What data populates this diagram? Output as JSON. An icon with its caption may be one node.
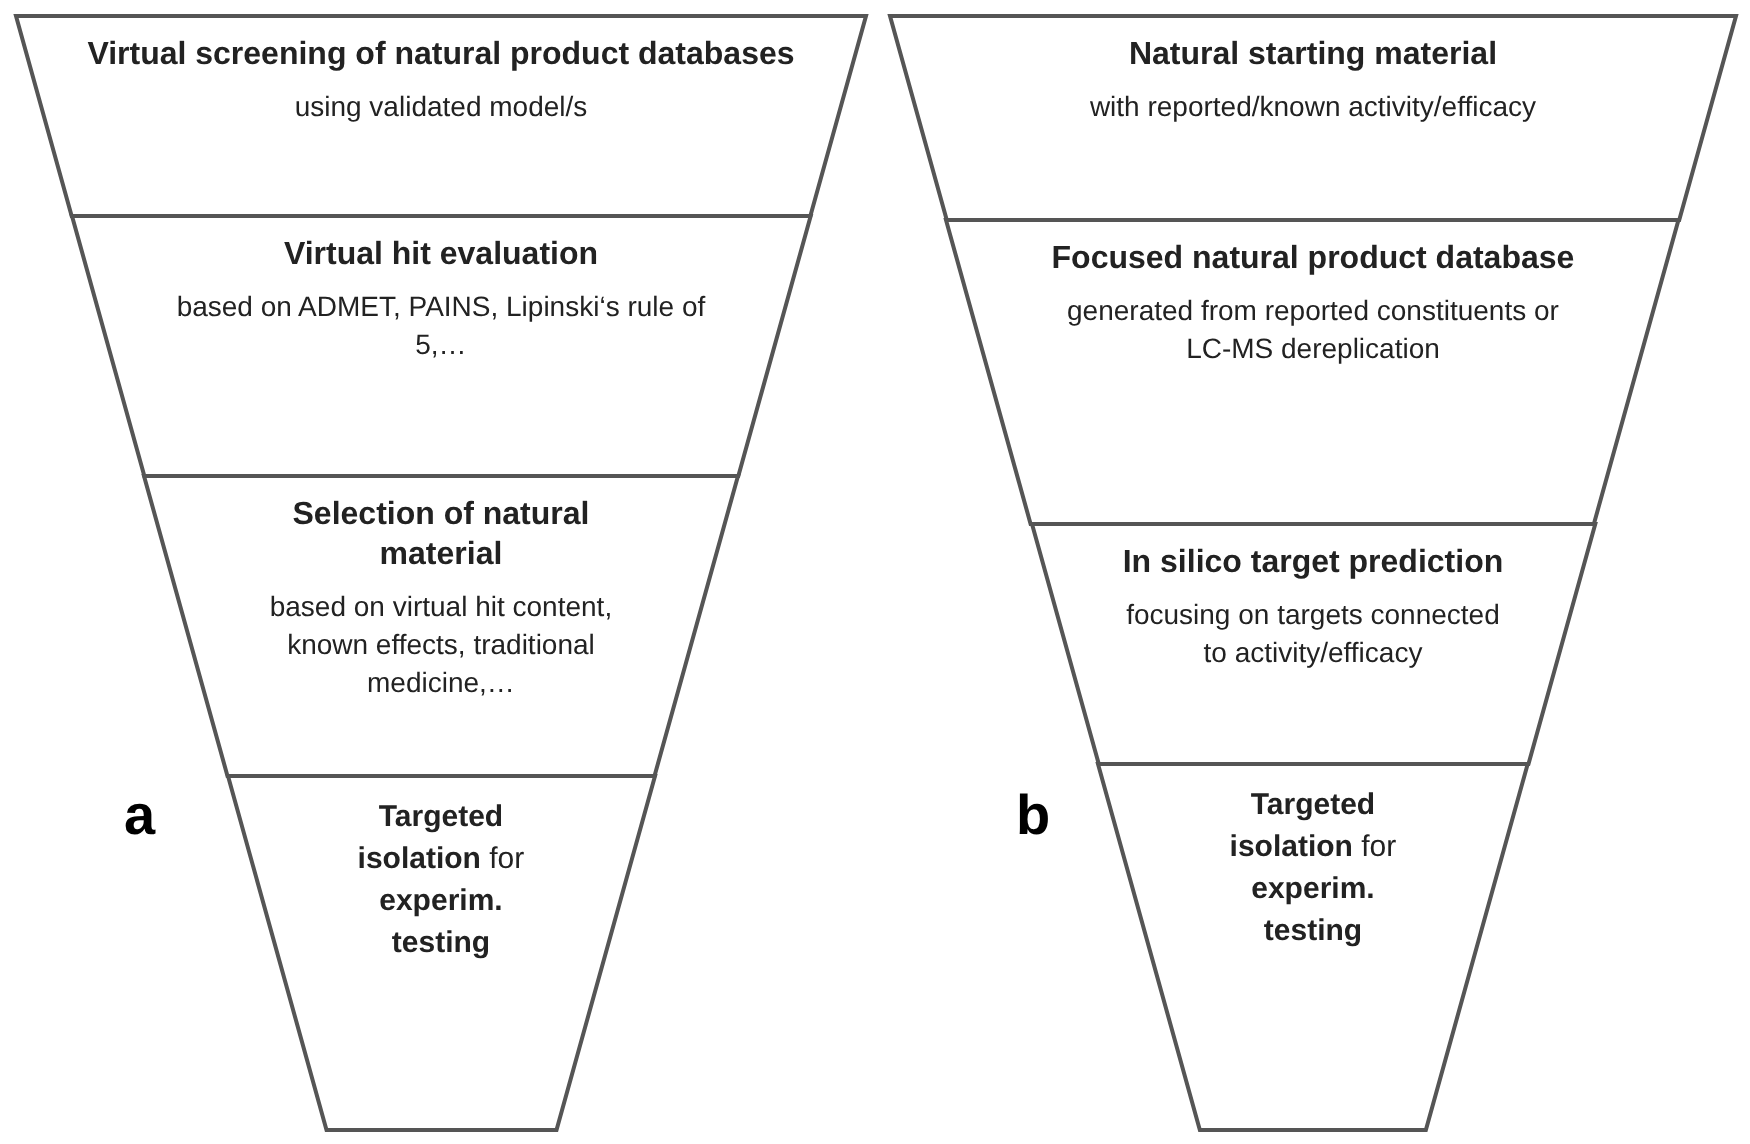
{
  "diagram": {
    "nodes": [
      {
        "text": [
          "Virtual screening of natural product databases",
          "using validated model/s"
        ]
      },
      {
        "text": [
          "Virtual hit evaluation",
          "based on ADMET, PAINS, Lipinski‘s rule of 5,…"
        ]
      },
      {
        "text": [
          "Selection of natural material",
          "based on virtual hit content, known effects, traditional medicine,…"
        ]
      },
      {
        "text": [
          "**Targeted isolation** for **experim. testing**"
        ]
      },
      {
        "text": [
          "Natural starting material",
          "with reported/known activity/efficacy"
        ]
      },
      {
        "text": [
          "Focused natural product database",
          "generated from reported constituents or LC-MS dereplication"
        ]
      },
      {
        "text": [
          "In silico target prediction",
          "focusing on targets connected to activity/efficacy"
        ]
      },
      {
        "text": [
          "**Targeted isolation** for **experim. testing**"
        ]
      }
    ],
    "edges": [],
    "labels": [
      "a",
      "b"
    ]
  }
}
